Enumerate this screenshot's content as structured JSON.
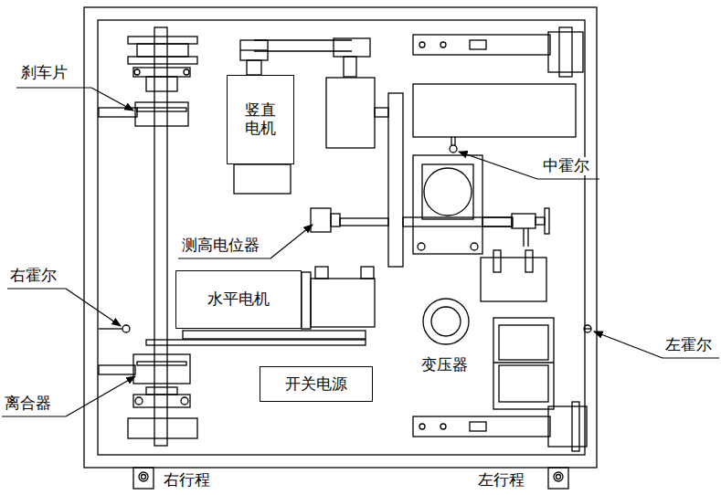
{
  "diagram": {
    "nodes": [
      {
        "text": [
          "竖直电机"
        ]
      },
      {
        "text": [
          "水平电机"
        ]
      },
      {
        "text": [
          "开关电源"
        ]
      }
    ],
    "edges": [],
    "labels": [
      "刹车片",
      "中霍尔",
      "测高电位器",
      "右霍尔",
      "左霍尔",
      "变压器",
      "离合器",
      "右行程",
      "左行程"
    ]
  }
}
